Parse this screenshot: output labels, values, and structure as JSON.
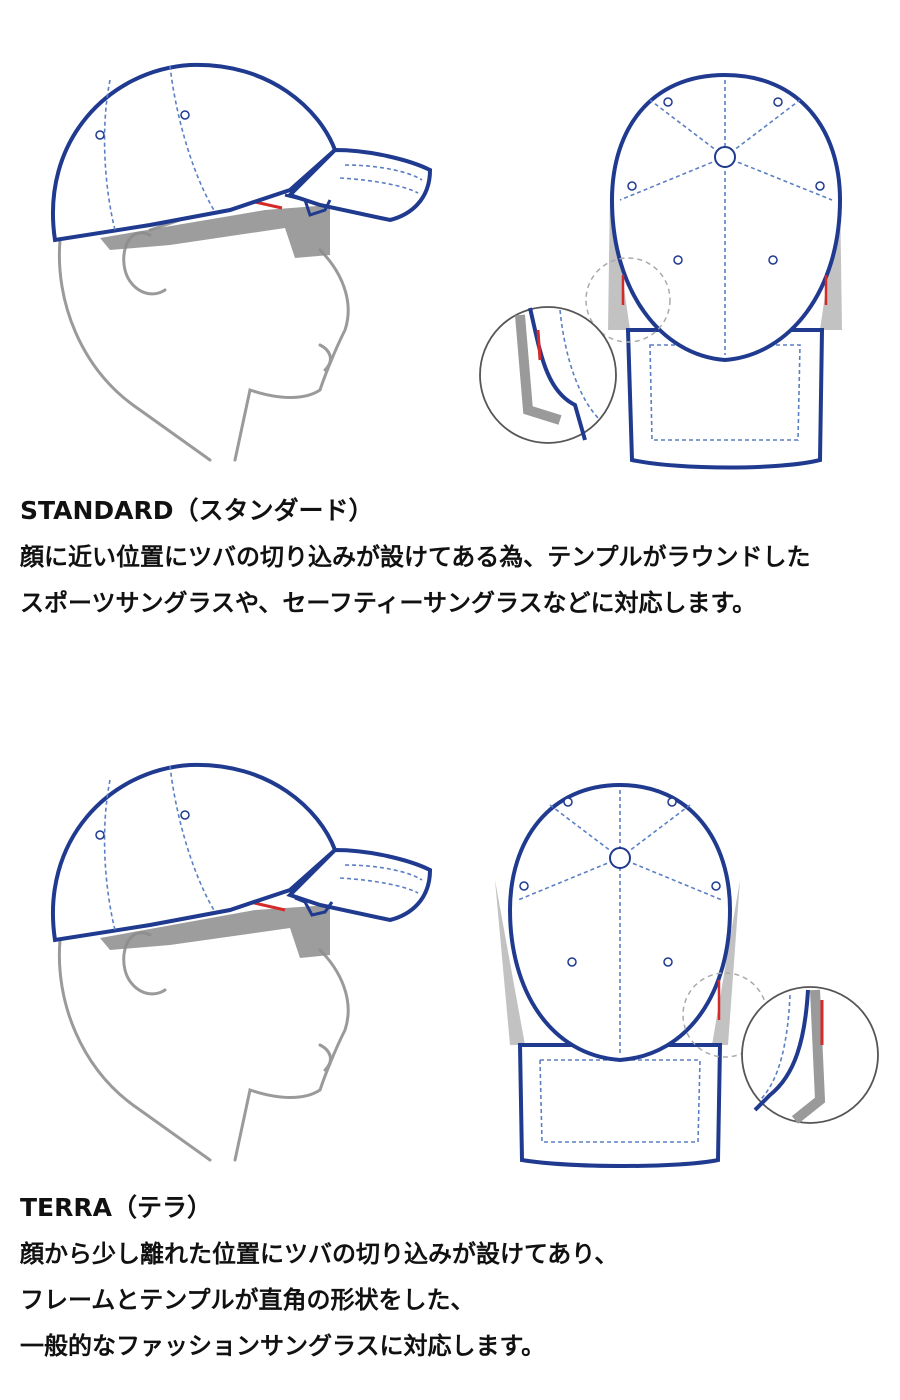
{
  "sections": [
    {
      "id": "standard",
      "title": "STANDARD（スタンダード）",
      "lines": [
        "顔に近い位置にツバの切り込みが設けてある為、テンプルがラウンドした",
        "スポーツサングラスや、セーフティーサングラスなどに対応します。"
      ]
    },
    {
      "id": "terra",
      "title": "TERRA（テラ）",
      "lines": [
        "顔から少し離れた位置にツバの切り込みが設けてあり、",
        "フレームとテンプルが直角の形状をした、",
        "一般的なファッションサングラスに対応します。"
      ]
    }
  ],
  "colors": {
    "cap_outline": "#1f3a8f",
    "seam": "#5b7fc4",
    "cutout_accent": "#d42a2a",
    "head_line": "#9a9a9a",
    "lens_gray": "#8c8c8c"
  }
}
